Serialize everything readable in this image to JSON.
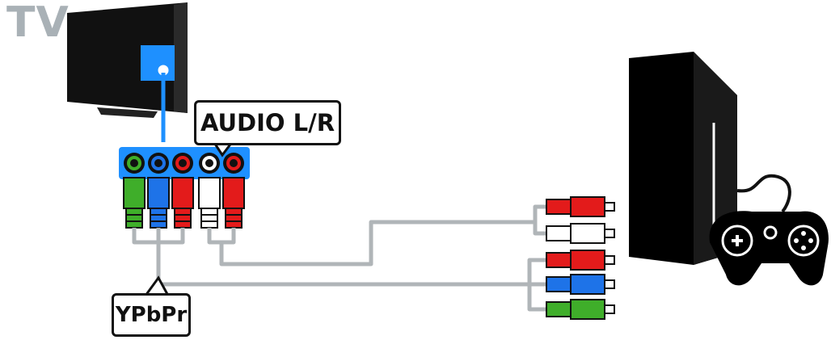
{
  "diagram": {
    "title": "TV",
    "labels": {
      "audio": "AUDIO L/R",
      "video": "YPbPr"
    }
  },
  "colors": {
    "green": "#3fae2a",
    "blue": "#1e73e8",
    "red": "#e31b1b",
    "white": "#ffffff",
    "cable": "#b0b5b8",
    "tv_port": "#1e90ff",
    "device": "#000000"
  },
  "icons": {
    "tv": "tv-icon",
    "console": "game-console-icon",
    "controller": "gamepad-icon"
  }
}
